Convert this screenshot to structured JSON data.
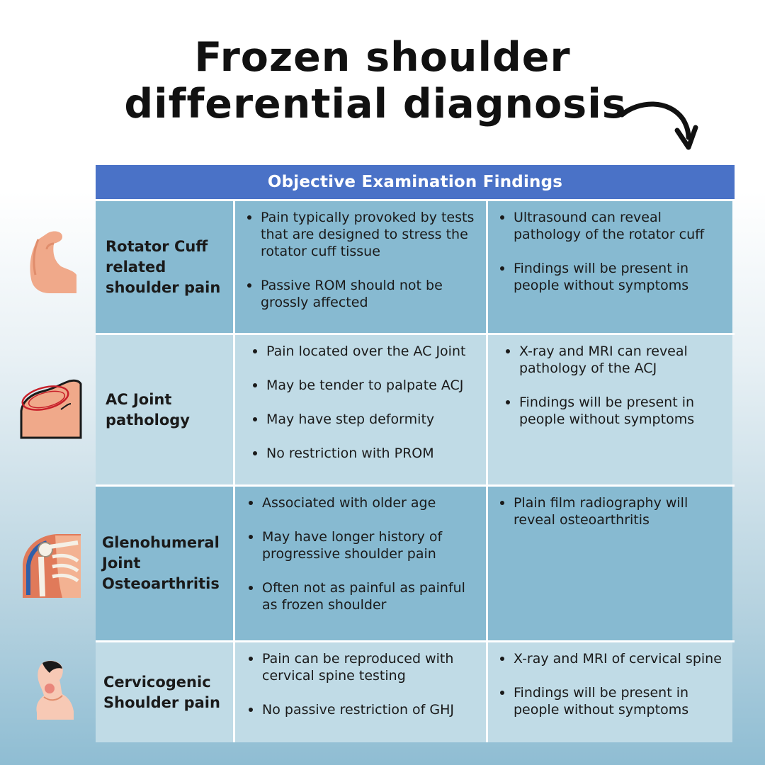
{
  "title": {
    "line1": "Frozen shoulder",
    "line2": "differential diagnosis"
  },
  "table": {
    "header": "Objective Examination Findings",
    "rows": [
      {
        "name": "Rotator Cuff related shoulder pain",
        "icon": "flexed-arm-icon",
        "exam": [
          "Pain typically provoked by tests that are designed to stress the rotator cuff tissue",
          "Passive ROM should not be grossly affected"
        ],
        "imaging": [
          "Ultrasound can reveal pathology of the rotator cuff",
          "Findings will be present in people without symptoms"
        ]
      },
      {
        "name": "AC Joint pathology",
        "icon": "shoulder-ac-joint-icon",
        "exam": [
          "Pain located over the AC Joint",
          "May be tender to palpate ACJ",
          "May have step deformity",
          "No restriction with PROM"
        ],
        "imaging": [
          "X-ray and MRI can reveal pathology of the ACJ",
          "Findings will be present in people without symptoms"
        ]
      },
      {
        "name": "Glenohumeral Joint Osteoarthritis",
        "icon": "shoulder-skeleton-icon",
        "exam": [
          "Associated with older age",
          "May have longer history of progressive shoulder pain",
          "Often not as painful as painful as frozen shoulder"
        ],
        "imaging": [
          "Plain film radiography will reveal osteoarthritis"
        ]
      },
      {
        "name": "Cervicogenic Shoulder pain",
        "icon": "neck-pain-icon",
        "exam": [
          "Pain can be reproduced with cervical spine testing",
          "No passive restriction of GHJ"
        ],
        "imaging": [
          "X-ray and MRI of cervical spine",
          "Findings will be present in people without symptoms"
        ]
      }
    ]
  },
  "colors": {
    "header_bg": "#4a72c7",
    "cell_dark": "#87bad1",
    "cell_light": "#c0dbe6",
    "skin": "#f0a98a",
    "accent_red": "#c8202a"
  }
}
